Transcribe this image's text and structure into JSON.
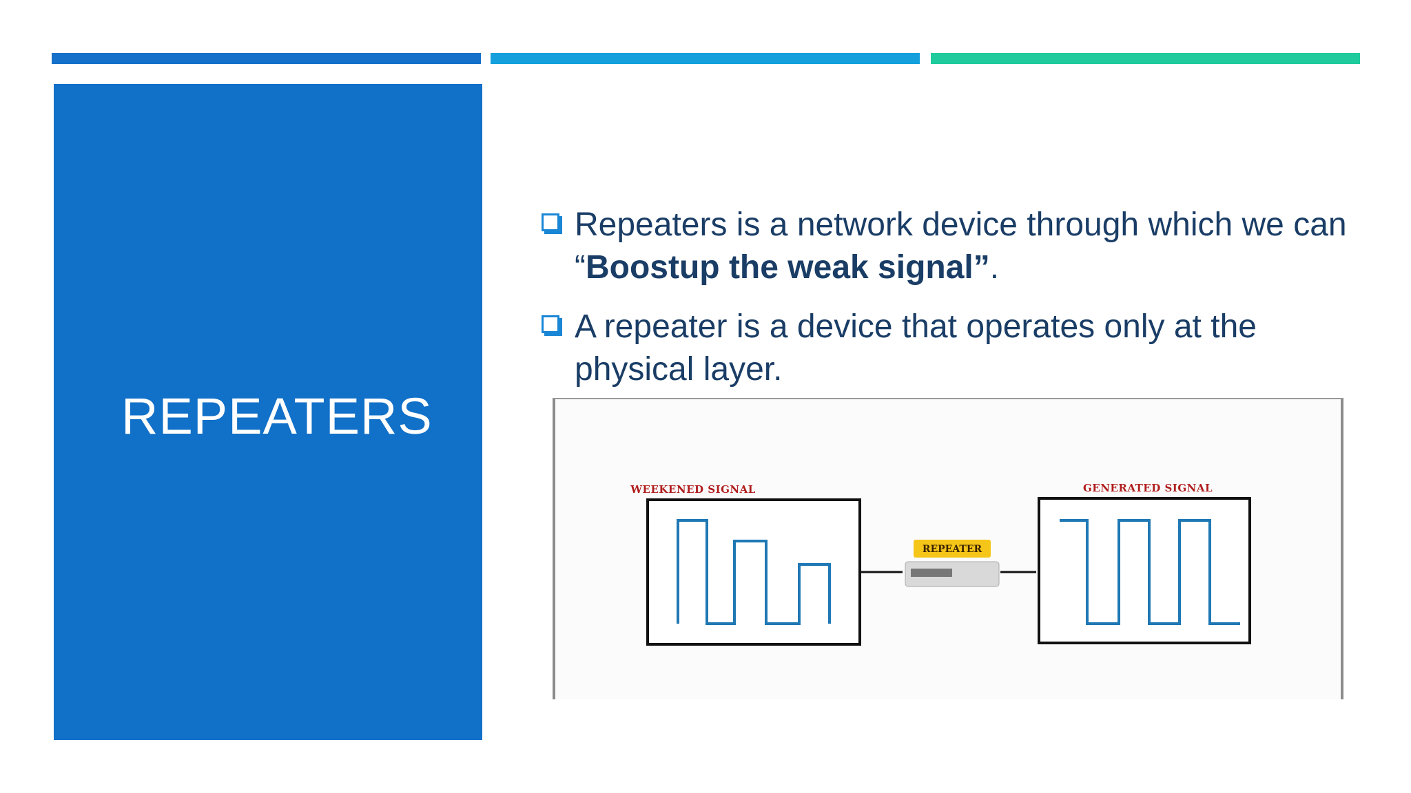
{
  "slide": {
    "title": "REPEATERS",
    "accent_colors": [
      "#1570c9",
      "#13a0dc",
      "#1fcb9c"
    ],
    "panel_color": "#1170c8"
  },
  "bullets": [
    {
      "prefix": "Repeaters is a network device through which we can “",
      "bold": "Boostup the weak signal”",
      "suffix": "."
    },
    {
      "prefix": "A repeater is a device that operates only at the physical layer.",
      "bold": "",
      "suffix": ""
    }
  ],
  "diagram": {
    "left_label": "WEEKENED SIGNAL",
    "right_label": "GENERATED SIGNAL",
    "device_label": "REPEATER",
    "signal_color": "#1f78b4"
  }
}
